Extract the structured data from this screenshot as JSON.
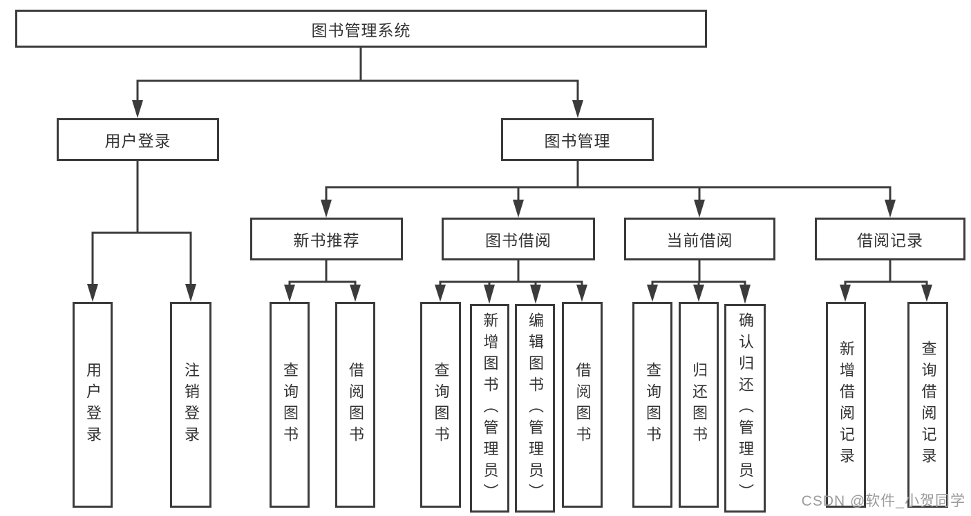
{
  "diagram": {
    "root": {
      "label": "图书管理系统"
    },
    "branches": [
      {
        "label": "用户登录",
        "children": [
          {
            "label": "用户登录"
          },
          {
            "label": "注销登录"
          }
        ]
      },
      {
        "label": "图书管理",
        "children": [
          {
            "label": "新书推荐",
            "children": [
              {
                "label": "查询图书"
              },
              {
                "label": "借阅图书"
              }
            ]
          },
          {
            "label": "图书借阅",
            "children": [
              {
                "label": "查询图书"
              },
              {
                "label": "新增图书（管理员）"
              },
              {
                "label": "编辑图书（管理员）"
              },
              {
                "label": "借阅图书"
              }
            ]
          },
          {
            "label": "当前借阅",
            "children": [
              {
                "label": "查询图书"
              },
              {
                "label": "归还图书"
              },
              {
                "label": "确认归还（管理员）"
              }
            ]
          },
          {
            "label": "借阅记录",
            "children": [
              {
                "label": "新增借阅记录"
              },
              {
                "label": "查询借阅记录"
              }
            ]
          }
        ]
      }
    ]
  },
  "watermark": "CSDN @软件_小贺同学",
  "colors": {
    "line": "#3b3b3b",
    "text": "#333333",
    "watermark": "#9c9c9c",
    "background": "#ffffff"
  }
}
